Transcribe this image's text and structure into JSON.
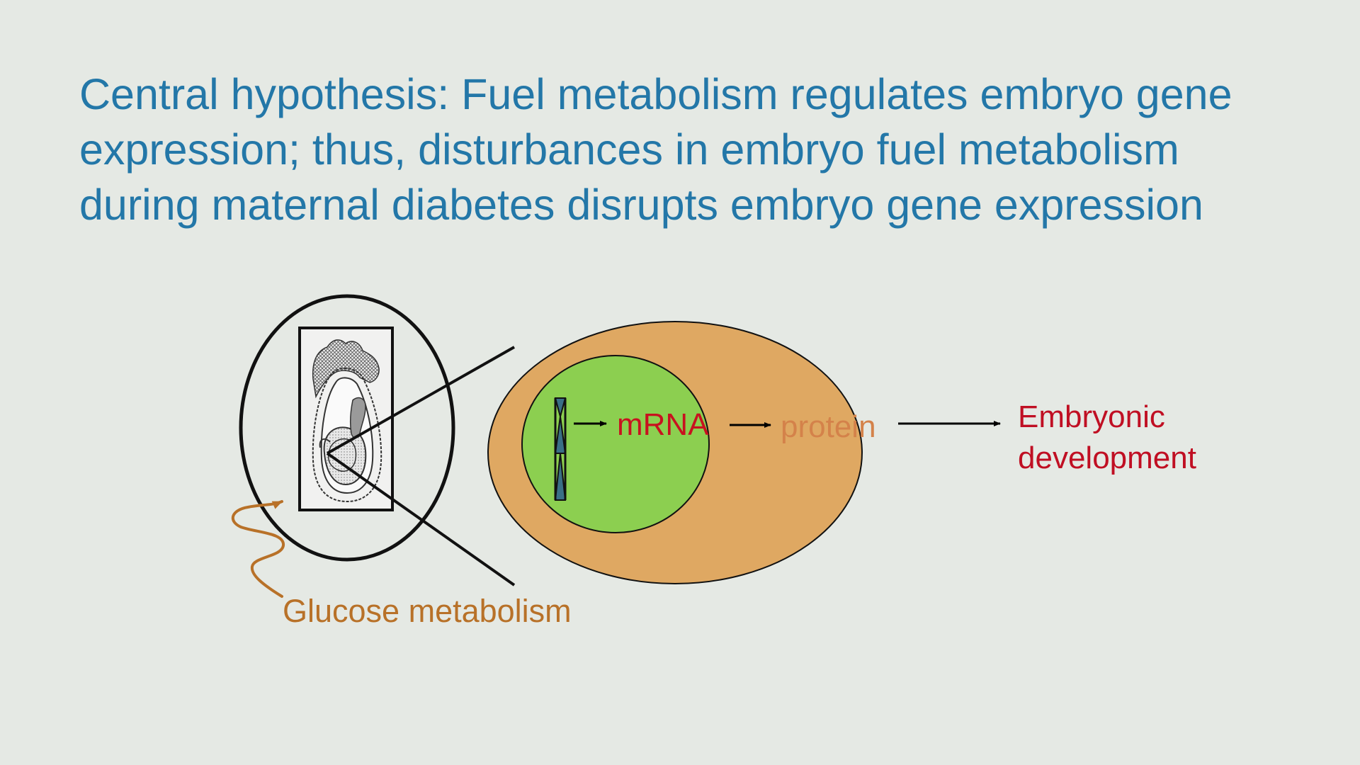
{
  "slide": {
    "title_lines": [
      "Central hypothesis: Fuel metabolism regulates embryo gene",
      "expression; thus, disturbances in embryo fuel metabolism",
      "during maternal diabetes disrupts embryo gene expression"
    ]
  },
  "diagram": {
    "labels": {
      "mrna": "mRNA",
      "protein": "protein",
      "development_line1": "Embryonic",
      "development_line2": "development",
      "glucose": "Glucose metabolism"
    },
    "icons": {
      "embryo": "embryo-illustration-icon",
      "dna": "dna-icon",
      "squiggle": "wavy-arrow-icon"
    },
    "colors": {
      "title": "#2377a8",
      "cell": "#dfa862",
      "nucleus": "#8ccf50",
      "mrna": "#c8121f",
      "protein": "#d4824a",
      "development": "#c00f23",
      "glucose": "#b87128",
      "background": "#e5e9e4"
    }
  }
}
